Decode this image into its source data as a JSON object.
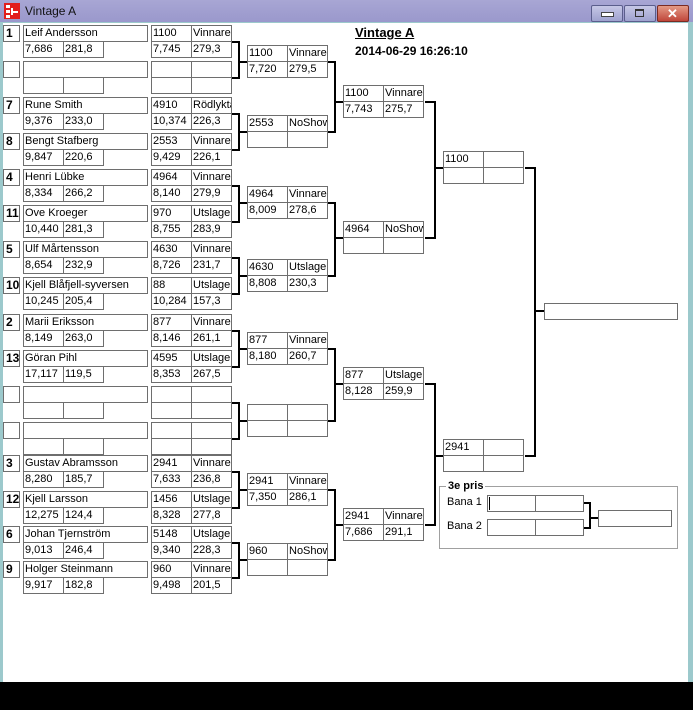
{
  "window": {
    "title": "Vintage A",
    "app_icon": "bracket-app-icon",
    "controls": [
      "minimize",
      "maximize",
      "close"
    ]
  },
  "header": {
    "title": "Vintage A",
    "datetime": "2014-06-29 16:26:10"
  },
  "round1": [
    {
      "seed": "1",
      "name": "Leif Andersson",
      "time": "7,686",
      "speed": "281,8"
    },
    {
      "seed": "",
      "name": "",
      "time": "",
      "speed": ""
    },
    {
      "seed": "7",
      "name": "Rune Smith",
      "time": "9,376",
      "speed": "233,0"
    },
    {
      "seed": "8",
      "name": "Bengt Stafberg",
      "time": "9,847",
      "speed": "220,6"
    },
    {
      "seed": "4",
      "name": "Henri Lübke",
      "time": "8,334",
      "speed": "266,2"
    },
    {
      "seed": "11",
      "name": "Ove Kroeger",
      "time": "10,440",
      "speed": "281,3"
    },
    {
      "seed": "5",
      "name": "Ulf Mårtensson",
      "time": "8,654",
      "speed": "232,9"
    },
    {
      "seed": "10",
      "name": "Kjell Blåfjell-syversen",
      "time": "10,245",
      "speed": "205,4"
    },
    {
      "seed": "2",
      "name": "Marii  Eriksson",
      "time": "8,149",
      "speed": "263,0"
    },
    {
      "seed": "13",
      "name": "Göran Pihl",
      "time": "17,117",
      "speed": "119,5"
    },
    {
      "seed": "",
      "name": "",
      "time": "",
      "speed": ""
    },
    {
      "seed": "",
      "name": "",
      "time": "",
      "speed": ""
    },
    {
      "seed": "3",
      "name": "Gustav Abramsson",
      "time": "8,280",
      "speed": "185,7"
    },
    {
      "seed": "12",
      "name": "Kjell Larsson",
      "time": "12,275",
      "speed": "124,4"
    },
    {
      "seed": "6",
      "name": "Johan Tjernström",
      "time": "9,013",
      "speed": "246,4"
    },
    {
      "seed": "9",
      "name": "Holger Steinmann",
      "time": "9,917",
      "speed": "182,8"
    }
  ],
  "round1_results": [
    {
      "number": "1100",
      "status": "Vinnare",
      "time": "7,745",
      "speed": "279,3"
    },
    {
      "number": "",
      "status": "",
      "time": "",
      "speed": ""
    },
    {
      "number": "4910",
      "status": "Rödlykta",
      "time": "10,374",
      "speed": "226,3"
    },
    {
      "number": "2553",
      "status": "Vinnare",
      "time": "9,429",
      "speed": "226,1"
    },
    {
      "number": "4964",
      "status": "Vinnare",
      "time": "8,140",
      "speed": "279,9"
    },
    {
      "number": "970",
      "status": "Utslagen",
      "time": "8,755",
      "speed": "283,9"
    },
    {
      "number": "4630",
      "status": "Vinnare",
      "time": "8,726",
      "speed": "231,7"
    },
    {
      "number": "88",
      "status": "Utslagen",
      "time": "10,284",
      "speed": "157,3"
    },
    {
      "number": "877",
      "status": "Vinnare",
      "time": "8,146",
      "speed": "261,1"
    },
    {
      "number": "4595",
      "status": "Utslagen",
      "time": "8,353",
      "speed": "267,5"
    },
    {
      "number": "",
      "status": "",
      "time": "",
      "speed": ""
    },
    {
      "number": "",
      "status": "",
      "time": "",
      "speed": ""
    },
    {
      "number": "2941",
      "status": "Vinnare",
      "time": "7,633",
      "speed": "236,8"
    },
    {
      "number": "1456",
      "status": "Utslagen",
      "time": "8,328",
      "speed": "277,8"
    },
    {
      "number": "5148",
      "status": "Utslagen",
      "time": "9,340",
      "speed": "228,3"
    },
    {
      "number": "960",
      "status": "Vinnare",
      "time": "9,498",
      "speed": "201,5"
    }
  ],
  "round2": [
    {
      "number": "1100",
      "status": "Vinnare",
      "time": "7,720",
      "speed": "279,5"
    },
    {
      "number": "2553",
      "status": "NoShow",
      "time": "",
      "speed": ""
    },
    {
      "number": "4964",
      "status": "Vinnare",
      "time": "8,009",
      "speed": "278,6"
    },
    {
      "number": "4630",
      "status": "Utslagen",
      "time": "8,808",
      "speed": "230,3"
    },
    {
      "number": "877",
      "status": "Vinnare",
      "time": "8,180",
      "speed": "260,7"
    },
    {
      "number": "",
      "status": "",
      "time": "",
      "speed": ""
    },
    {
      "number": "2941",
      "status": "Vinnare",
      "time": "7,350",
      "speed": "286,1"
    },
    {
      "number": "960",
      "status": "NoShow",
      "time": "",
      "speed": ""
    }
  ],
  "round3": [
    {
      "number": "1100",
      "status": "Vinnare",
      "time": "7,743",
      "speed": "275,7"
    },
    {
      "number": "4964",
      "status": "NoShow",
      "time": "",
      "speed": ""
    },
    {
      "number": "877",
      "status": "Utslagen",
      "time": "8,128",
      "speed": "259,9"
    },
    {
      "number": "2941",
      "status": "Vinnare",
      "time": "7,686",
      "speed": "291,1"
    }
  ],
  "semifinal": [
    {
      "number": "1100",
      "status": "",
      "time": "",
      "speed": ""
    },
    {
      "number": "2941",
      "status": "",
      "time": "",
      "speed": ""
    }
  ],
  "final": {
    "winner": ""
  },
  "third_place": {
    "label": "3e pris",
    "lane1_label": "Bana 1",
    "lane2_label": "Bana 2",
    "lane1": {
      "number": "",
      "status": ""
    },
    "lane2": {
      "number": "",
      "status": ""
    },
    "winner": ""
  }
}
